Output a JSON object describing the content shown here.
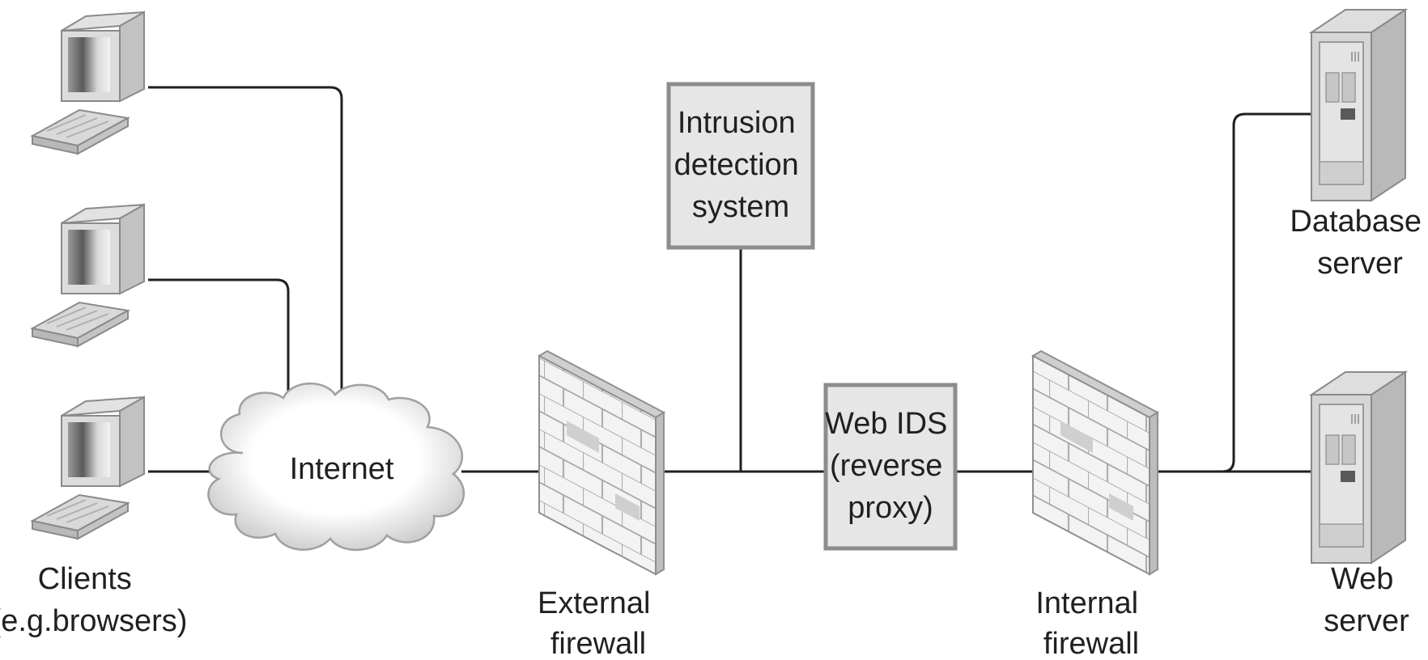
{
  "labels": {
    "clients": [
      "Clients",
      "(e.g.browsers)"
    ],
    "internet": "Internet",
    "external_firewall": [
      "External",
      "firewall"
    ],
    "ids": [
      "Intrusion",
      "detection",
      "system"
    ],
    "web_ids": [
      "Web IDS",
      "(reverse",
      "proxy)"
    ],
    "internal_firewall": [
      "Internal",
      "firewall"
    ],
    "database_server": [
      "Database",
      "server"
    ],
    "web_server": [
      "Web",
      "server"
    ]
  },
  "colors": {
    "line": "#231f20",
    "box_fill": "#e6e6e6",
    "box_stroke": "#8c8c8c",
    "device_fill": "#d4d4d4",
    "wall_fill": "#ececec"
  }
}
